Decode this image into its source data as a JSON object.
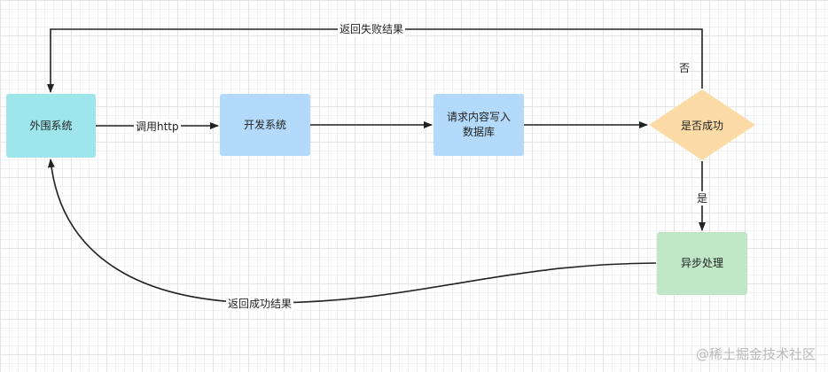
{
  "nodes": {
    "external": "外围系统",
    "dev": "开发系统",
    "write_db": "请求内容写入\n数据库",
    "success_check": "是否成功",
    "async": "异步处理"
  },
  "edges": {
    "call_http": "调用http",
    "return_fail": "返回失败结果",
    "no": "否",
    "yes": "是",
    "return_success": "返回成功结果"
  },
  "colors": {
    "external_fill": "#9fe6ec",
    "dev_fill": "#b3dafa",
    "write_db_fill": "#b3dafa",
    "diamond_fill": "#fcdba6",
    "async_fill": "#bfe7c6",
    "edge_stroke": "#222222"
  },
  "watermark": "@稀土掘金技术社区"
}
